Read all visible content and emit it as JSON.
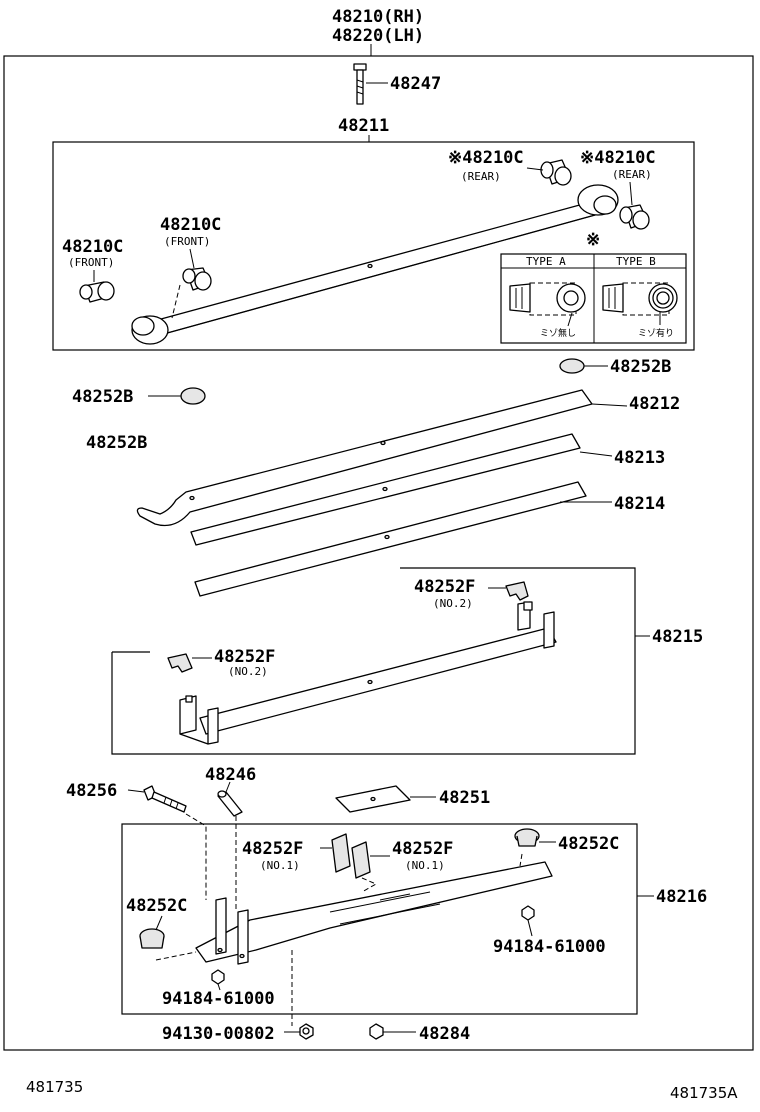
{
  "header": {
    "line1": "48210(RH)",
    "line2": "48220(LH)"
  },
  "parts": {
    "bolt_top": "48247",
    "spring_assy": "48211",
    "bushing_rear_1": "※48210C",
    "bushing_rear_1_note": "(REAR)",
    "bushing_rear_2": "※48210C",
    "bushing_rear_2_note": "(REAR)",
    "bushing_front_1": "48210C",
    "bushing_front_1_note": "(FRONT)",
    "bushing_front_2": "48210C",
    "bushing_front_2_note": "(FRONT)",
    "type_marker": "※",
    "type_a": "TYPE A",
    "type_b": "TYPE B",
    "type_a_caption": "ミゾ無し",
    "type_b_caption": "ミゾ有り",
    "insert_right": "48252B",
    "insert_left": "48252B",
    "insert_left_2": "48252B",
    "leaf_2": "48212",
    "leaf_3": "48213",
    "leaf_4": "48214",
    "clip_no2_top": "48252F",
    "clip_no2_top_note": "(NO.2)",
    "clip_no2_left": "48252F",
    "clip_no2_left_note": "(NO.2)",
    "leaf_5": "48215",
    "bolt_center": "48256",
    "pin": "48246",
    "pad": "48251",
    "clip_no1_left": "48252F",
    "clip_no1_left_note": "(NO.1)",
    "clip_no1_right": "48252F",
    "clip_no1_right_note": "(NO.1)",
    "bumper_right": "48252C",
    "bumper_left": "48252C",
    "leaf_6": "48216",
    "nut_right": "94184-61000",
    "nut_left": "94184-61000",
    "nut_center": "94130-00802",
    "nut_small": "48284"
  },
  "footer": {
    "left": "481735",
    "right": "481735A"
  }
}
